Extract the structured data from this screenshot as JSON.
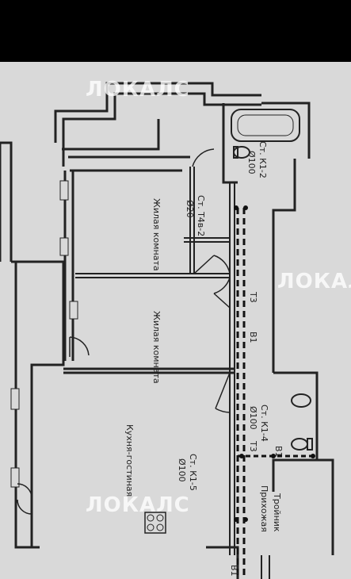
{
  "watermark": "ЛОКАЛС",
  "plan": {
    "rooms": {
      "bedroom_1": "Жилая комната",
      "bedroom_2": "Жилая комната",
      "kitchen_living": "Кухня-гостиная",
      "hallway": "Прихожая"
    },
    "risers": {
      "k1_2": {
        "label": "Ст. К1-2",
        "diameter": "Ø100"
      },
      "t4v_2": {
        "label": "Ст. Т4в-2",
        "diameter": "Ø20"
      },
      "k1_4": {
        "label": "Ст. К1-4",
        "diameter": "Ø100"
      },
      "k1_5": {
        "label": "Ст. К1-5",
        "diameter": "Ø100"
      }
    },
    "pipes": {
      "t3": "Т3",
      "v1": "В1"
    },
    "fitting": "Тройник"
  }
}
